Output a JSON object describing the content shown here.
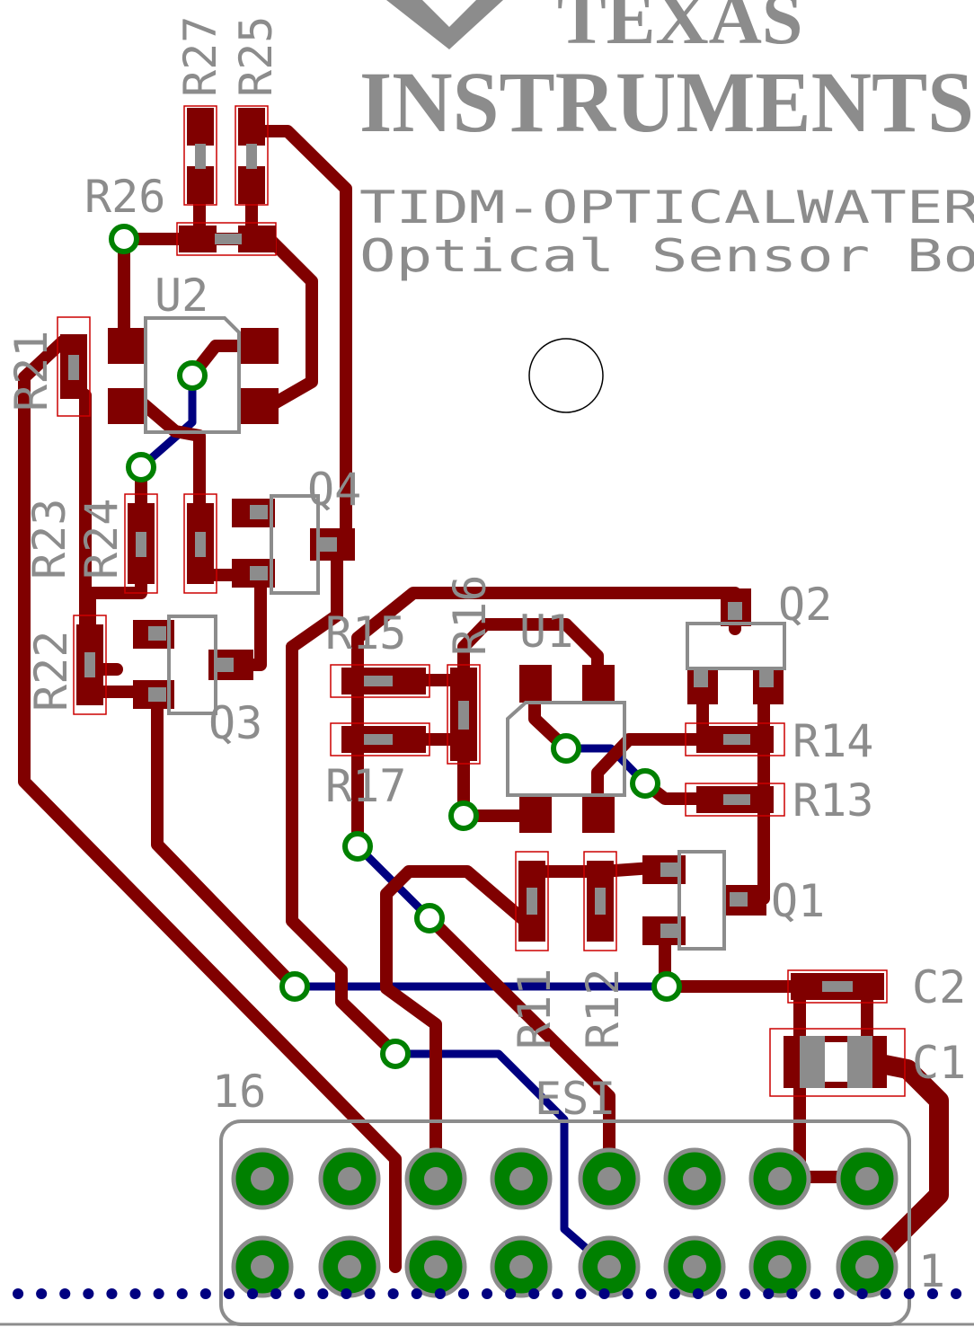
{
  "logo": {
    "line1": "TEXAS",
    "line2": "INSTRUMENTS"
  },
  "board": {
    "title": "TIDM-OPTICALWATER",
    "subtitle": "Optical Sensor Bo"
  },
  "colors": {
    "top_copper": "#800000",
    "bottom_copper": "#000080",
    "silkscreen": "#8c8c8c",
    "via": "#008000"
  },
  "labels": {
    "r27": "R27",
    "r25": "R25",
    "r26": "R26",
    "u2": "U2",
    "r21": "R21",
    "r23": "R23",
    "r24": "R24",
    "q4": "Q4",
    "r22": "R22",
    "q3": "Q3",
    "r15": "R15",
    "r16": "R16",
    "u1": "U1",
    "q2": "Q2",
    "r17": "R17",
    "r14": "R14",
    "r13": "R13",
    "q1": "Q1",
    "r11": "R11",
    "r12": "R12",
    "c2": "C2",
    "c1": "C1",
    "connector": "ESI",
    "pin16": "16",
    "pin1": "1"
  }
}
